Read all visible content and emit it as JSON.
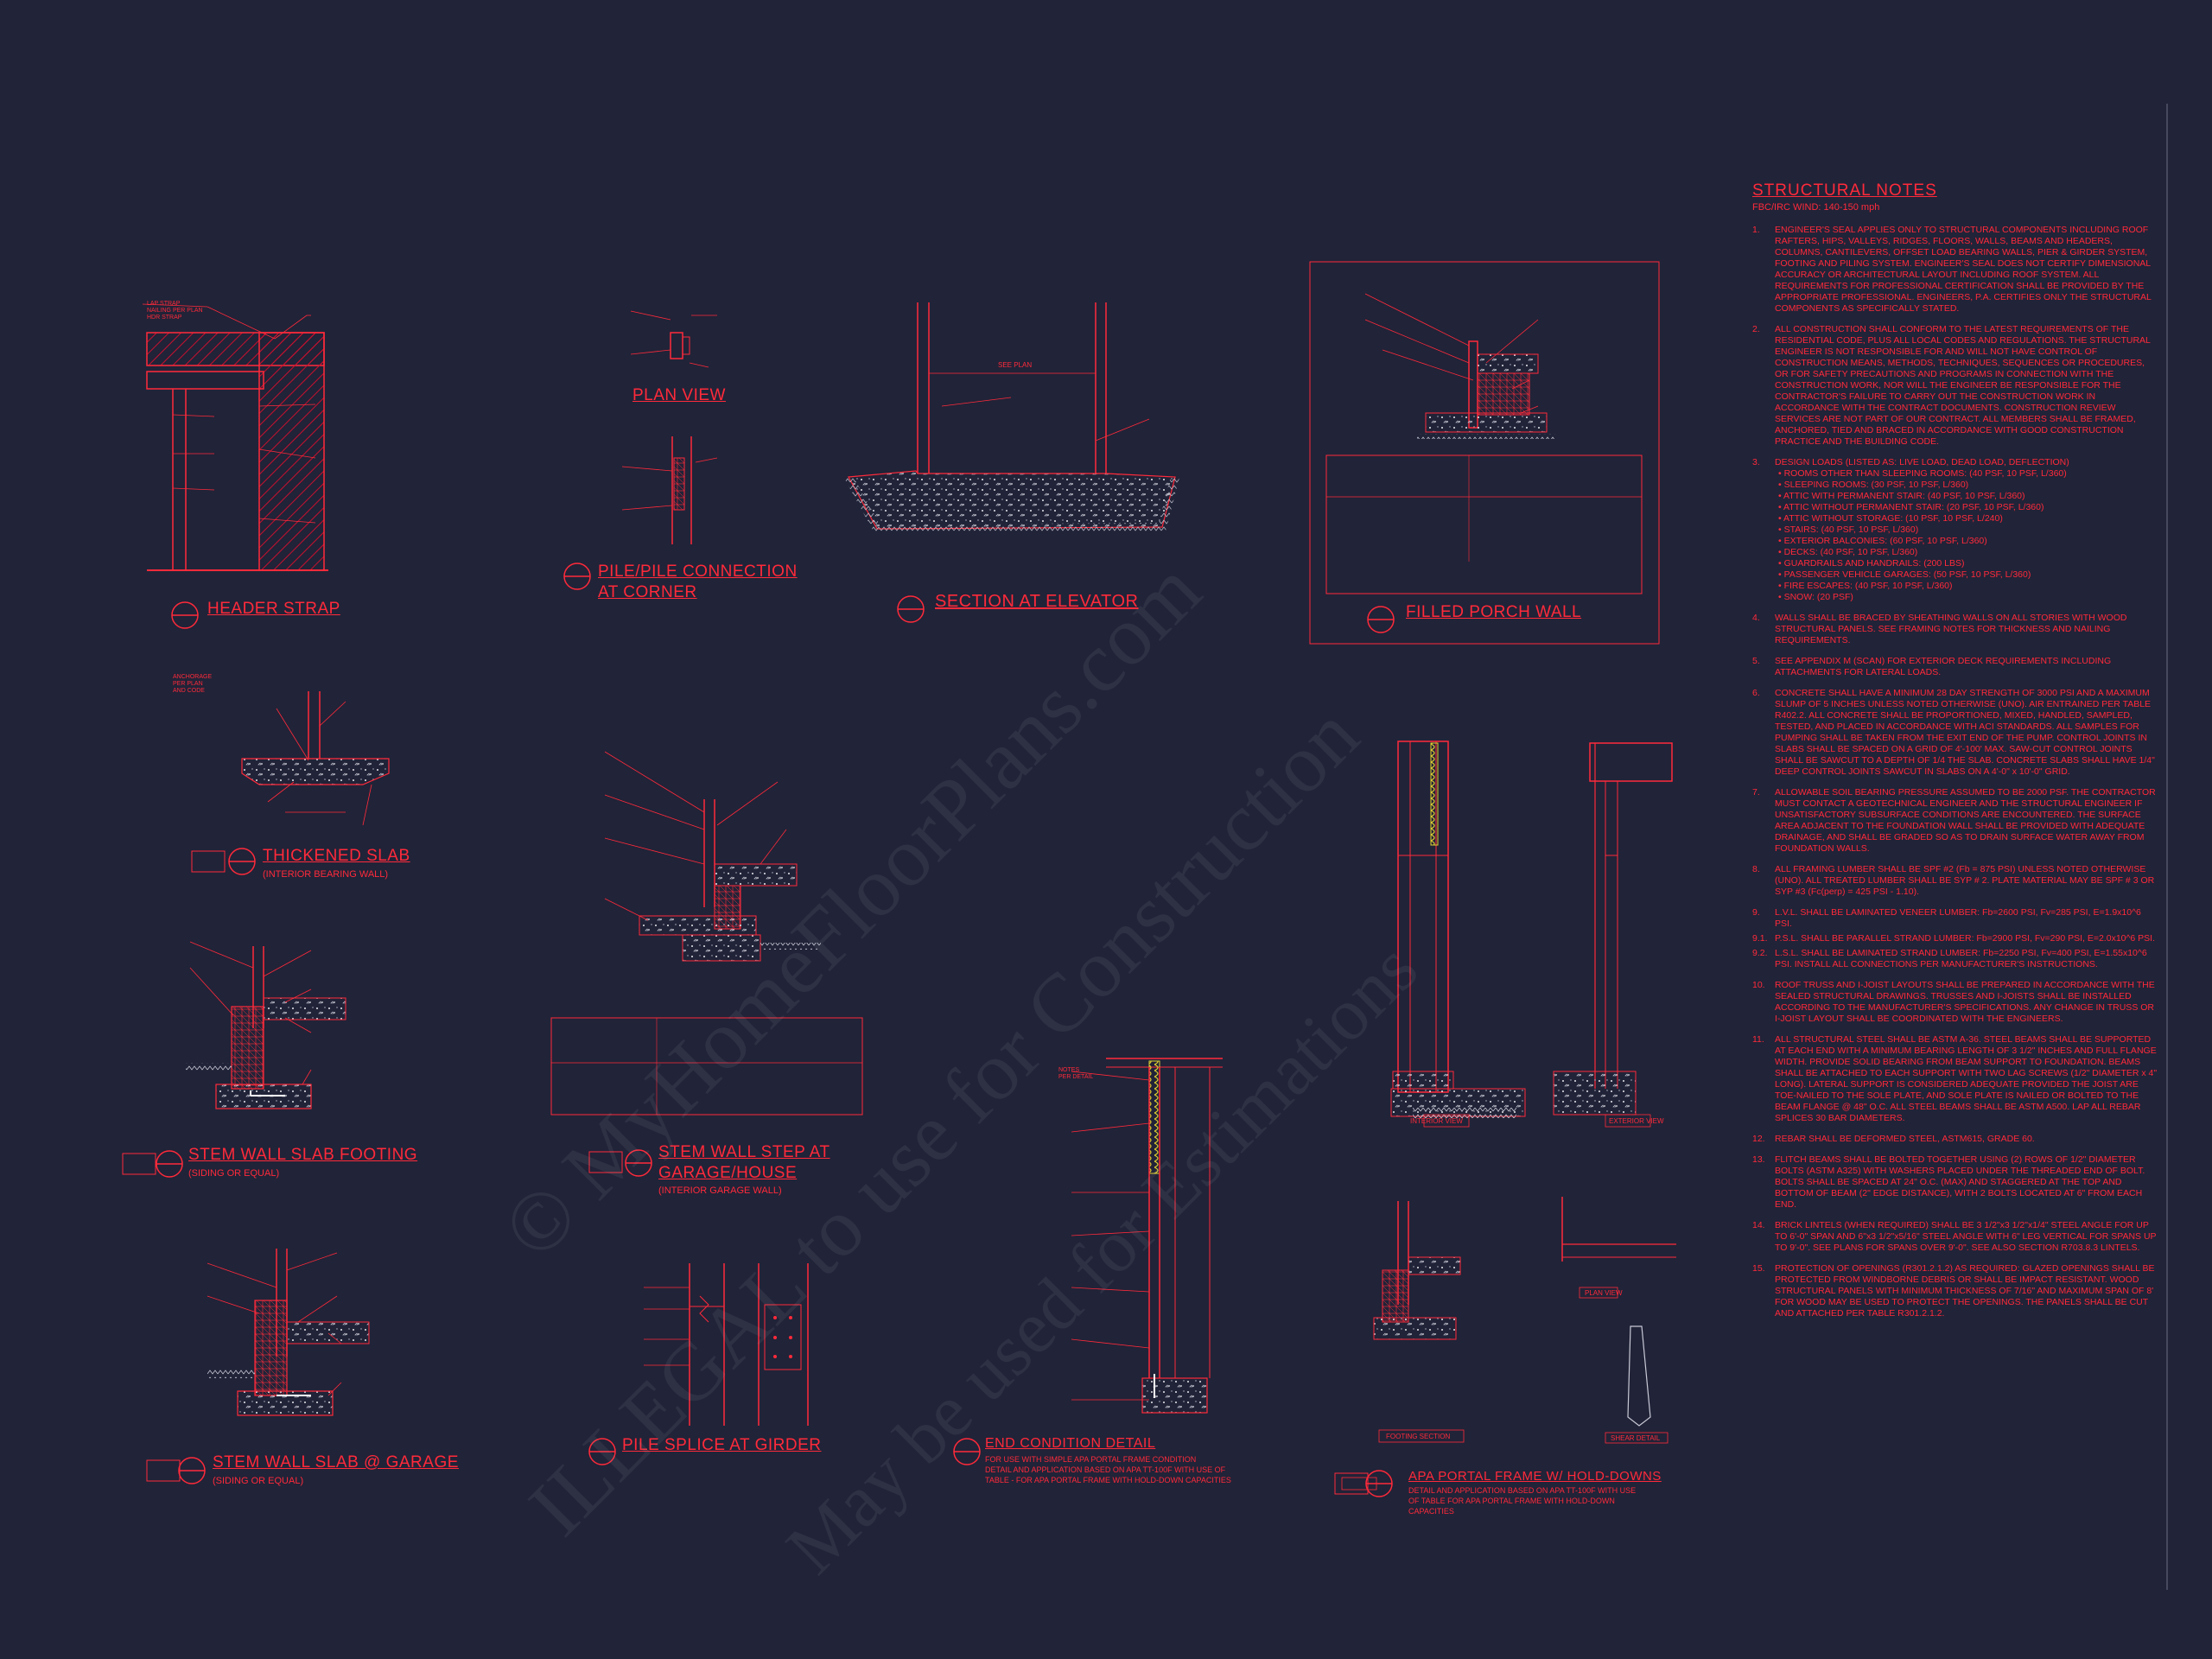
{
  "sheet": {
    "background": "#212338",
    "line_color": "#ff2a3a",
    "hatch_color": "#c8102e",
    "accent": "#e0d030"
  },
  "details": [
    {
      "id": "header-strap",
      "title": "HEADER STRAP"
    },
    {
      "id": "plan-view",
      "title": "PLAN VIEW"
    },
    {
      "id": "pile-connection",
      "title": "PILE/PILE CONNECTION",
      "title2": "AT CORNER"
    },
    {
      "id": "section-elevator",
      "title": "SECTION AT ELEVATOR"
    },
    {
      "id": "filled-porch-wall",
      "title": "FILLED PORCH WALL"
    },
    {
      "id": "thickened-slab",
      "title": "THICKENED SLAB",
      "subtitle": "(INTERIOR BEARING WALL)"
    },
    {
      "id": "stem-wall-slab-footing",
      "title": "STEM WALL SLAB FOOTING",
      "subtitle": "(SIDING OR EQUAL)"
    },
    {
      "id": "stem-wall-step",
      "title": "STEM WALL STEP AT",
      "title2": "GARAGE/HOUSE",
      "subtitle": "(INTERIOR GARAGE WALL)"
    },
    {
      "id": "stem-wall-garage",
      "title": "STEM WALL SLAB @ GARAGE",
      "subtitle": "(SIDING OR EQUAL)"
    },
    {
      "id": "pile-splice",
      "title": "PILE SPLICE AT GIRDER"
    },
    {
      "id": "end-condition",
      "title": "END CONDITION DETAIL",
      "subtitle": "FOR USE WITH SIMPLE APA PORTAL FRAME CONDITION",
      "subtitle2": "DETAIL AND APPLICATION BASED ON APA TT-100F WITH USE OF",
      "subtitle3": "TABLE - FOR APA PORTAL FRAME WITH HOLD-DOWN CAPACITIES"
    },
    {
      "id": "apa-portal",
      "title": "APA PORTAL FRAME W/ HOLD-DOWNS",
      "subtitle": "DETAIL AND APPLICATION BASED ON APA TT-100F WITH USE",
      "subtitle2": "OF TABLE FOR APA PORTAL FRAME WITH HOLD-DOWN",
      "subtitle3": "CAPACITIES"
    }
  ],
  "small_labels": {
    "interior_view": "INTERIOR VIEW",
    "exterior_view": "EXTERIOR VIEW",
    "footing_section": "FOOTING SECTION",
    "plan_view2": "PLAN VIEW",
    "shear_detail": "SHEAR DETAIL",
    "see_plan": "SEE PLAN"
  },
  "notes": {
    "title": "STRUCTURAL NOTES",
    "subtitle": "FBC/IRC WIND: 140-150 mph",
    "items": [
      {
        "n": "1.",
        "text": "ENGINEER'S SEAL APPLIES ONLY TO STRUCTURAL COMPONENTS INCLUDING ROOF RAFTERS, HIPS, VALLEYS, RIDGES, FLOORS, WALLS, BEAMS AND HEADERS, COLUMNS, CANTILEVERS, OFFSET LOAD BEARING WALLS, PIER & GIRDER SYSTEM, FOOTING AND PILING SYSTEM. ENGINEER'S SEAL DOES NOT CERTIFY DIMENSIONAL ACCURACY OR ARCHITECTURAL LAYOUT INCLUDING ROOF SYSTEM. ALL REQUIREMENTS FOR PROFESSIONAL CERTIFICATION SHALL BE PROVIDED BY THE APPROPRIATE PROFESSIONAL. ENGINEERS, P.A. CERTIFIES ONLY THE STRUCTURAL COMPONENTS AS SPECIFICALLY STATED."
      },
      {
        "n": "2.",
        "text": "ALL CONSTRUCTION SHALL CONFORM TO THE LATEST REQUIREMENTS OF THE RESIDENTIAL CODE, PLUS ALL LOCAL CODES AND REGULATIONS. THE STRUCTURAL ENGINEER IS NOT RESPONSIBLE FOR AND WILL NOT HAVE CONTROL OF CONSTRUCTION MEANS, METHODS, TECHNIQUES, SEQUENCES OR PROCEDURES, OR FOR SAFETY PRECAUTIONS AND PROGRAMS IN CONNECTION WITH THE CONSTRUCTION WORK, NOR WILL THE ENGINEER BE RESPONSIBLE FOR THE CONTRACTOR'S FAILURE TO CARRY OUT THE CONSTRUCTION WORK IN ACCORDANCE WITH THE CONTRACT DOCUMENTS. CONSTRUCTION REVIEW SERVICES ARE NOT PART OF OUR CONTRACT. ALL MEMBERS SHALL BE FRAMED, ANCHORED, TIED AND BRACED IN ACCORDANCE WITH GOOD CONSTRUCTION PRACTICE AND THE BUILDING CODE."
      },
      {
        "n": "3.",
        "text": "DESIGN LOADS (LISTED AS: LIVE LOAD, DEAD LOAD, DEFLECTION)",
        "list": [
          "ROOMS OTHER THAN SLEEPING ROOMS: (40 PSF, 10 PSF, L/360)",
          "SLEEPING ROOMS: (30 PSF, 10 PSF, L/360)",
          "ATTIC WITH PERMANENT STAIR: (40 PSF, 10 PSF, L/360)",
          "ATTIC WITHOUT PERMANENT STAIR: (20 PSF, 10 PSF, L/360)",
          "ATTIC WITHOUT STORAGE: (10 PSF, 10 PSF, L/240)",
          "STAIRS: (40 PSF, 10 PSF, L/360)",
          "EXTERIOR BALCONIES: (60 PSF, 10 PSF, L/360)",
          "DECKS: (40 PSF, 10 PSF, L/360)",
          "GUARDRAILS AND HANDRAILS: (200 LBS)",
          "PASSENGER VEHICLE GARAGES: (50 PSF, 10 PSF, L/360)",
          "FIRE ESCAPES: (40 PSF, 10 PSF, L/360)",
          "SNOW: (20 PSF)"
        ]
      },
      {
        "n": "4.",
        "text": "WALLS SHALL BE BRACED BY SHEATHING WALLS ON ALL STORIES WITH WOOD STRUCTURAL PANELS. SEE FRAMING NOTES FOR THICKNESS AND NAILING REQUIREMENTS."
      },
      {
        "n": "5.",
        "text": "SEE APPENDIX M (SCAN) FOR EXTERIOR DECK REQUIREMENTS INCLUDING ATTACHMENTS FOR LATERAL LOADS."
      },
      {
        "n": "6.",
        "text": "CONCRETE SHALL HAVE A MINIMUM 28 DAY STRENGTH OF 3000 PSI AND A MAXIMUM SLUMP OF 5 INCHES UNLESS NOTED OTHERWISE (UNO). AIR ENTRAINED PER TABLE R402.2. ALL CONCRETE SHALL BE PROPORTIONED, MIXED, HANDLED, SAMPLED, TESTED, AND PLACED IN ACCORDANCE WITH ACI STANDARDS. ALL SAMPLES FOR PUMPING SHALL BE TAKEN FROM THE EXIT END OF THE PUMP. CONTROL JOINTS IN SLABS SHALL BE SPACED ON A GRID OF 4'-100' MAX. SAW-CUT CONTROL JOINTS SHALL BE SAWCUT TO A DEPTH OF 1/4 THE SLAB. CONCRETE SLABS SHALL HAVE 1/4\" DEEP CONTROL JOINTS SAWCUT IN SLABS ON A 4'-0\" x 10'-0\" GRID."
      },
      {
        "n": "7.",
        "text": "ALLOWABLE SOIL BEARING PRESSURE ASSUMED TO BE 2000 PSF. THE CONTRACTOR MUST CONTACT A GEOTECHNICAL ENGINEER AND THE STRUCTURAL ENGINEER IF UNSATISFACTORY SUBSURFACE CONDITIONS ARE ENCOUNTERED. THE SURFACE AREA ADJACENT TO THE FOUNDATION WALL SHALL BE PROVIDED WITH ADEQUATE DRAINAGE, AND SHALL BE GRADED SO AS TO DRAIN SURFACE WATER AWAY FROM FOUNDATION WALLS."
      },
      {
        "n": "8.",
        "text": "ALL FRAMING LUMBER SHALL BE SPF #2 (Fb = 875 PSI) UNLESS NOTED OTHERWISE (UNO). ALL TREATED LUMBER SHALL BE SYP # 2. PLATE MATERIAL MAY BE SPF # 3 OR SYP #3 (Fc(perp) = 425 PSI - 1.10)."
      },
      {
        "n": "9.",
        "text": "L.V.L. SHALL BE LAMINATED VENEER LUMBER: Fb=2600 PSI, Fv=285 PSI, E=1.9x10^6 PSI.",
        "sub": [
          {
            "n": "9.1.",
            "text": "P.S.L. SHALL BE PARALLEL STRAND LUMBER: Fb=2900 PSI, Fv=290 PSI, E=2.0x10^6 PSI."
          },
          {
            "n": "9.2.",
            "text": "L.S.L. SHALL BE LAMINATED STRAND LUMBER: Fb=2250 PSI, Fv=400 PSI, E=1.55x10^6 PSI. INSTALL ALL CONNECTIONS PER MANUFACTURER'S INSTRUCTIONS."
          }
        ]
      },
      {
        "n": "10.",
        "text": "ROOF TRUSS AND I-JOIST LAYOUTS SHALL BE PREPARED IN ACCORDANCE WITH THE SEALED STRUCTURAL DRAWINGS. TRUSSES AND I-JOISTS SHALL BE INSTALLED ACCORDING TO THE MANUFACTURER'S SPECIFICATIONS. ANY CHANGE IN TRUSS OR I-JOIST LAYOUT SHALL BE COORDINATED WITH THE ENGINEERS."
      },
      {
        "n": "11.",
        "text": "ALL STRUCTURAL STEEL SHALL BE ASTM A-36. STEEL BEAMS SHALL BE SUPPORTED AT EACH END WITH A MINIMUM BEARING LENGTH OF 3 1/2\" INCHES AND FULL FLANGE WIDTH. PROVIDE SOLID BEARING FROM BEAM SUPPORT TO FOUNDATION. BEAMS SHALL BE ATTACHED TO EACH SUPPORT WITH TWO LAG SCREWS (1/2\" DIAMETER x 4\" LONG). LATERAL SUPPORT IS CONSIDERED ADEQUATE PROVIDED THE JOIST ARE TOE-NAILED TO THE SOLE PLATE, AND SOLE PLATE IS NAILED OR BOLTED TO THE BEAM FLANGE @ 48\" O.C. ALL STEEL BEAMS SHALL BE ASTM A500. LAP ALL REBAR SPLICES 30 BAR DIAMETERS."
      },
      {
        "n": "12.",
        "text": "REBAR SHALL BE DEFORMED STEEL, ASTM615, GRADE 60."
      },
      {
        "n": "13.",
        "text": "FLITCH BEAMS SHALL BE BOLTED TOGETHER USING (2) ROWS OF 1/2\" DIAMETER BOLTS (ASTM A325) WITH WASHERS PLACED UNDER THE THREADED END OF BOLT. BOLTS SHALL BE SPACED AT 24\" O.C. (MAX) AND STAGGERED AT THE TOP AND BOTTOM OF BEAM (2\" EDGE DISTANCE), WITH 2 BOLTS LOCATED AT 6\" FROM EACH END."
      },
      {
        "n": "14.",
        "text": "BRICK LINTELS (WHEN REQUIRED) SHALL BE 3 1/2\"x3 1/2\"x1/4\" STEEL ANGLE FOR UP TO 6'-0\" SPAN AND 6\"x3 1/2\"x5/16\" STEEL ANGLE WITH 6\" LEG VERTICAL FOR SPANS UP TO 9'-0\". SEE PLANS FOR SPANS OVER 9'-0\". SEE ALSO SECTION R703.8.3 LINTELS."
      },
      {
        "n": "15.",
        "text": "PROTECTION OF OPENINGS (R301.2.1.2) AS REQUIRED: GLAZED OPENINGS SHALL BE PROTECTED FROM WINDBORNE DEBRIS OR SHALL BE IMPACT RESISTANT. WOOD STRUCTURAL PANELS WITH MINIMUM THICKNESS OF 7/16\" AND MAXIMUM SPAN OF 8' FOR WOOD MAY BE USED TO PROTECT THE OPENINGS. THE PANELS SHALL BE CUT AND ATTACHED PER TABLE R301.2.1.2."
      }
    ]
  },
  "watermark": {
    "line1": "© MyHomeFloorPlans.com",
    "line2": "ILLEGAL to use for Construction",
    "line3": "May be used for Estimations"
  }
}
